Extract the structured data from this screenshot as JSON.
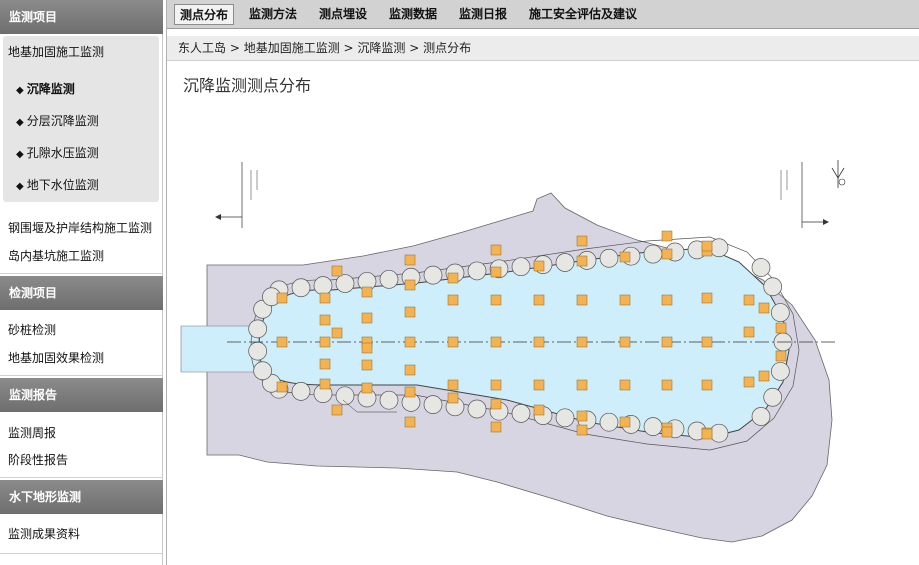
{
  "sidebar": {
    "sections": [
      {
        "title": "监测项目",
        "items_before": [
          "地基加固施工监测"
        ],
        "sub_items": [
          "沉降监测",
          "分层沉降监测",
          "孔隙水压监测",
          "地下水位监测"
        ],
        "items_after": [
          "钢围堰及护岸结构施工监测",
          "岛内基坑施工监测"
        ]
      },
      {
        "title": "检测项目",
        "items": [
          "砂桩检测",
          "地基加固效果检测"
        ]
      },
      {
        "title": "监测报告",
        "items": [
          "监测周报",
          "阶段性报告"
        ]
      },
      {
        "title": "水下地形监测",
        "items": [
          "监测成果资料"
        ]
      }
    ]
  },
  "topnav": {
    "tabs": [
      "测点分布",
      "监测方法",
      "测点埋设",
      "监测数据",
      "监测日报",
      "施工安全评估及建议"
    ],
    "active_tab": "测点分布"
  },
  "breadcrumb": [
    "东人工岛",
    "地基加固施工监测",
    "沉降监测",
    "测点分布"
  ],
  "breadcrumb_separator": " > ",
  "page": {
    "title": "沉降监测测点分布"
  },
  "drawing": {
    "colors": {
      "outer_fill": "#d8d5e3",
      "inner_fill": "#cdeefa",
      "circle_fill": "#e6e6e2",
      "marker_fill": "#f4b251",
      "marker_stroke": "#8a6a2a",
      "line": "#333333"
    },
    "icon": "north-arrow-icon"
  }
}
